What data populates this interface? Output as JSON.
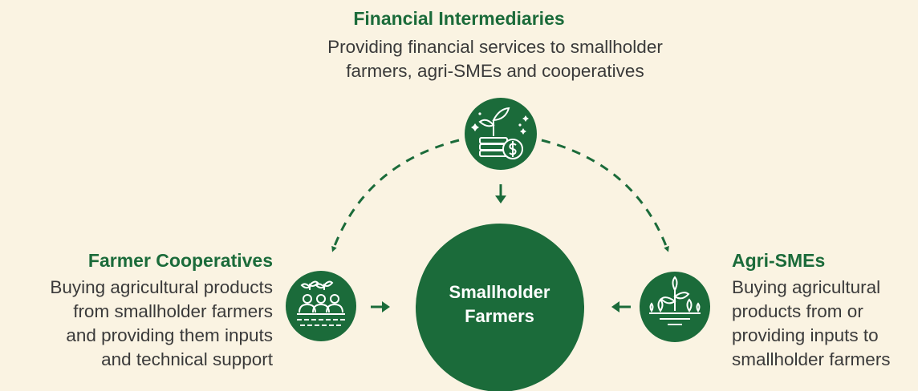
{
  "top": {
    "title": "Financial Intermediaries",
    "desc_lines": [
      "Providing financial services to smallholder",
      "farmers, agri-SMEs and cooperatives"
    ]
  },
  "left": {
    "title": "Farmer Cooperatives",
    "desc_lines": [
      "Buying agricultural products",
      "from smallholder farmers",
      "and providing them inputs",
      "and technical support"
    ]
  },
  "right": {
    "title": "Agri-SMEs",
    "desc_lines": [
      "Buying agricultural",
      "products from or",
      "providing inputs to",
      "smallholder farmers"
    ]
  },
  "center": {
    "lines": [
      "Smallholder",
      "Farmers"
    ]
  },
  "icons": {
    "top": "money-plant-icon",
    "left": "farmer-group-icon",
    "right": "crop-sprout-icon"
  },
  "colors": {
    "background": "#faf3e2",
    "accent_green": "#1b6b3a",
    "text": "#3a3a3a"
  }
}
